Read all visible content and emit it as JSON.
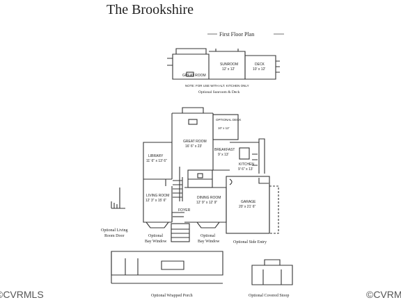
{
  "title": "The Brookshire",
  "subtitle": "First Floor Plan",
  "alt_plan": {
    "rooms": [
      {
        "id": "great_room_alt",
        "name": "GREAT ROOM",
        "dims": ""
      },
      {
        "id": "sunroom",
        "name": "SUNROOM",
        "dims": "12' x 12'"
      },
      {
        "id": "deck_alt",
        "name": "DECK",
        "dims": "10' x 12'"
      }
    ],
    "note": "NOTE: FOR USE WITH ALT. KITCHEN ONLY",
    "caption": "Optional Sunroom & Deck"
  },
  "rooms": [
    {
      "id": "optional_deck",
      "name": "OPTIONAL DECK",
      "dims": "10' x 12'"
    },
    {
      "id": "great_room",
      "name": "GREAT ROOM",
      "dims": "16' 6\" x 23'"
    },
    {
      "id": "breakfast",
      "name": "BREAKFAST",
      "dims": "9' x 13'"
    },
    {
      "id": "library",
      "name": "LIBRARY",
      "dims": "11' 6\" x 13' 6\""
    },
    {
      "id": "kitchen",
      "name": "KITCHEN",
      "dims": "9' 6\" x 13'"
    },
    {
      "id": "living_room",
      "name": "LIVING ROOM",
      "dims": "12' 3\" x 15' 6\""
    },
    {
      "id": "dining_room",
      "name": "DINING ROOM",
      "dims": "12' 9\" x 12' 9\""
    },
    {
      "id": "garage",
      "name": "GARAGE",
      "dims": "20' x 21' 6\""
    },
    {
      "id": "foyer",
      "name": "FOYER",
      "dims": ""
    }
  ],
  "captions": {
    "living_room_door": [
      "Optional Living",
      "Room Door"
    ],
    "bay_window_left": [
      "Optional",
      "Bay Window"
    ],
    "bay_window_right": [
      "Optional",
      "Bay Window"
    ],
    "side_entry": "Optional Side Entry",
    "wrapped_porch": "Optional Wrapped Porch",
    "covered_stoop": "Optional Covered Stoop"
  },
  "watermarks": {
    "left": "©CVRMLS",
    "right": "©CVRMLS"
  }
}
